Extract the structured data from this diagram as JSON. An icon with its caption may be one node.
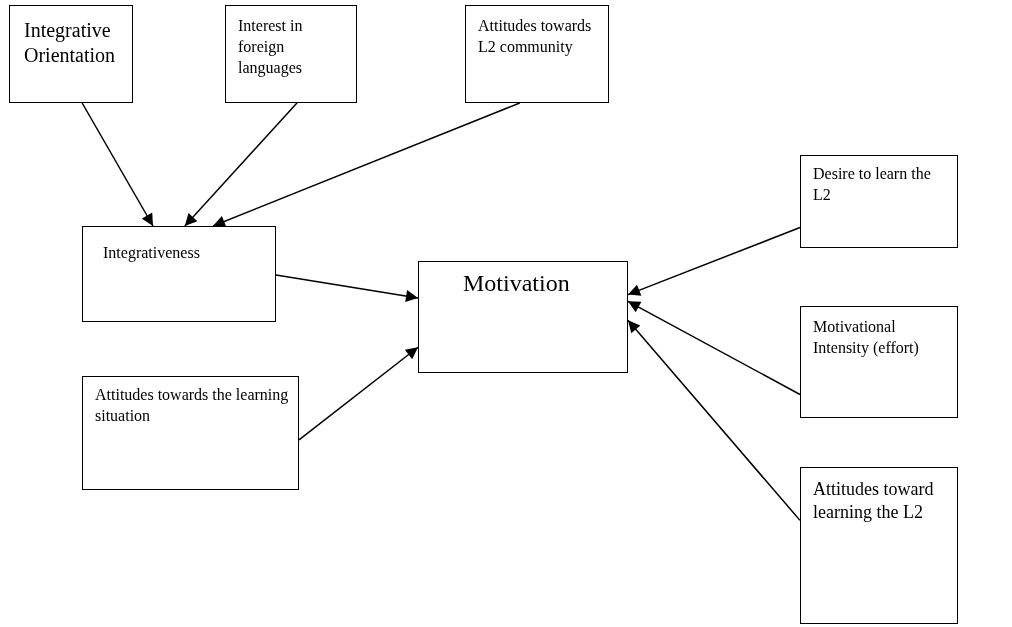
{
  "diagram": {
    "nodes": [
      {
        "text": [
          "Integrative Orientation"
        ]
      },
      {
        "text": [
          "Interest in foreign languages"
        ]
      },
      {
        "text": [
          "Attitudes towards L2 community"
        ]
      },
      {
        "text": [
          "Integrativeness"
        ]
      },
      {
        "text": [
          "Motivation"
        ]
      },
      {
        "text": [
          "Attitudes towards the learning situation"
        ]
      },
      {
        "text": [
          "Desire to learn the L2"
        ]
      },
      {
        "text": [
          "Motivational Intensity (effort)"
        ]
      },
      {
        "text": [
          "Attitudes toward learning the L2"
        ]
      }
    ],
    "edges": [
      {
        "from": 0,
        "to": 3,
        "arrow": "to"
      },
      {
        "from": 1,
        "to": 3,
        "arrow": "to"
      },
      {
        "from": 2,
        "to": 3,
        "arrow": "to"
      },
      {
        "from": 3,
        "to": 4,
        "arrow": "to"
      },
      {
        "from": 5,
        "to": 4,
        "arrow": "to"
      },
      {
        "from": 6,
        "to": 4,
        "arrow": "to"
      },
      {
        "from": 7,
        "to": 4,
        "arrow": "to"
      },
      {
        "from": 8,
        "to": 4,
        "arrow": "to"
      }
    ]
  }
}
